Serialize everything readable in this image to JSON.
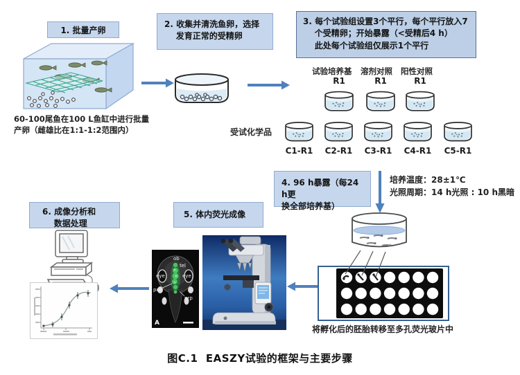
{
  "figure_caption": "图C.1  EASZY试验的框架与主要步骤",
  "boxes": {
    "step1": "1. 批量产卵",
    "step2": "2. 收集并清洗鱼卵，选择\n    发育正常的受精卵",
    "step3": "3. 每个试验组设置3个平行，每个平行放入7\n    个受精卵；开始暴露（<受精后4 h）\n    此处每个试验组仅展示1个平行",
    "step4": "4. 96 h暴露（每24 h更\n换全部培养基）",
    "step5": "5. 体内荧光成像",
    "step6": "6. 成像分析和\n    数据处理"
  },
  "notes": {
    "tank": "60-100尾鱼在100 L鱼缸中进行批量\n产卵（雌雄比在1:1-1:2范围内）",
    "conditions": "培养温度：28±1℃\n光照周期：14 h光照 : 10 h黑暗",
    "plate": "将孵化后的胚胎转移至多孔荧光玻片中",
    "chemical": "受试化学品"
  },
  "groups": {
    "headers": [
      "试验培养基",
      "溶剂对照",
      "阳性对照"
    ],
    "replicates": [
      "R1",
      "R1",
      "R1"
    ],
    "chemicals": [
      "C1-R1",
      "C2-R1",
      "C3-R1",
      "C4-R1",
      "C5-R1"
    ]
  },
  "fluor_labels": {
    "ob": "ob",
    "tel": "tel",
    "eye_l": "eye",
    "eye_r": "eye",
    "poa": "poa",
    "nrp": "nrp",
    "panel": "A"
  },
  "colors": {
    "box_fill": "#c6d7ed",
    "box_border": "#8fa9cf",
    "arrow": "#4f81bd"
  }
}
